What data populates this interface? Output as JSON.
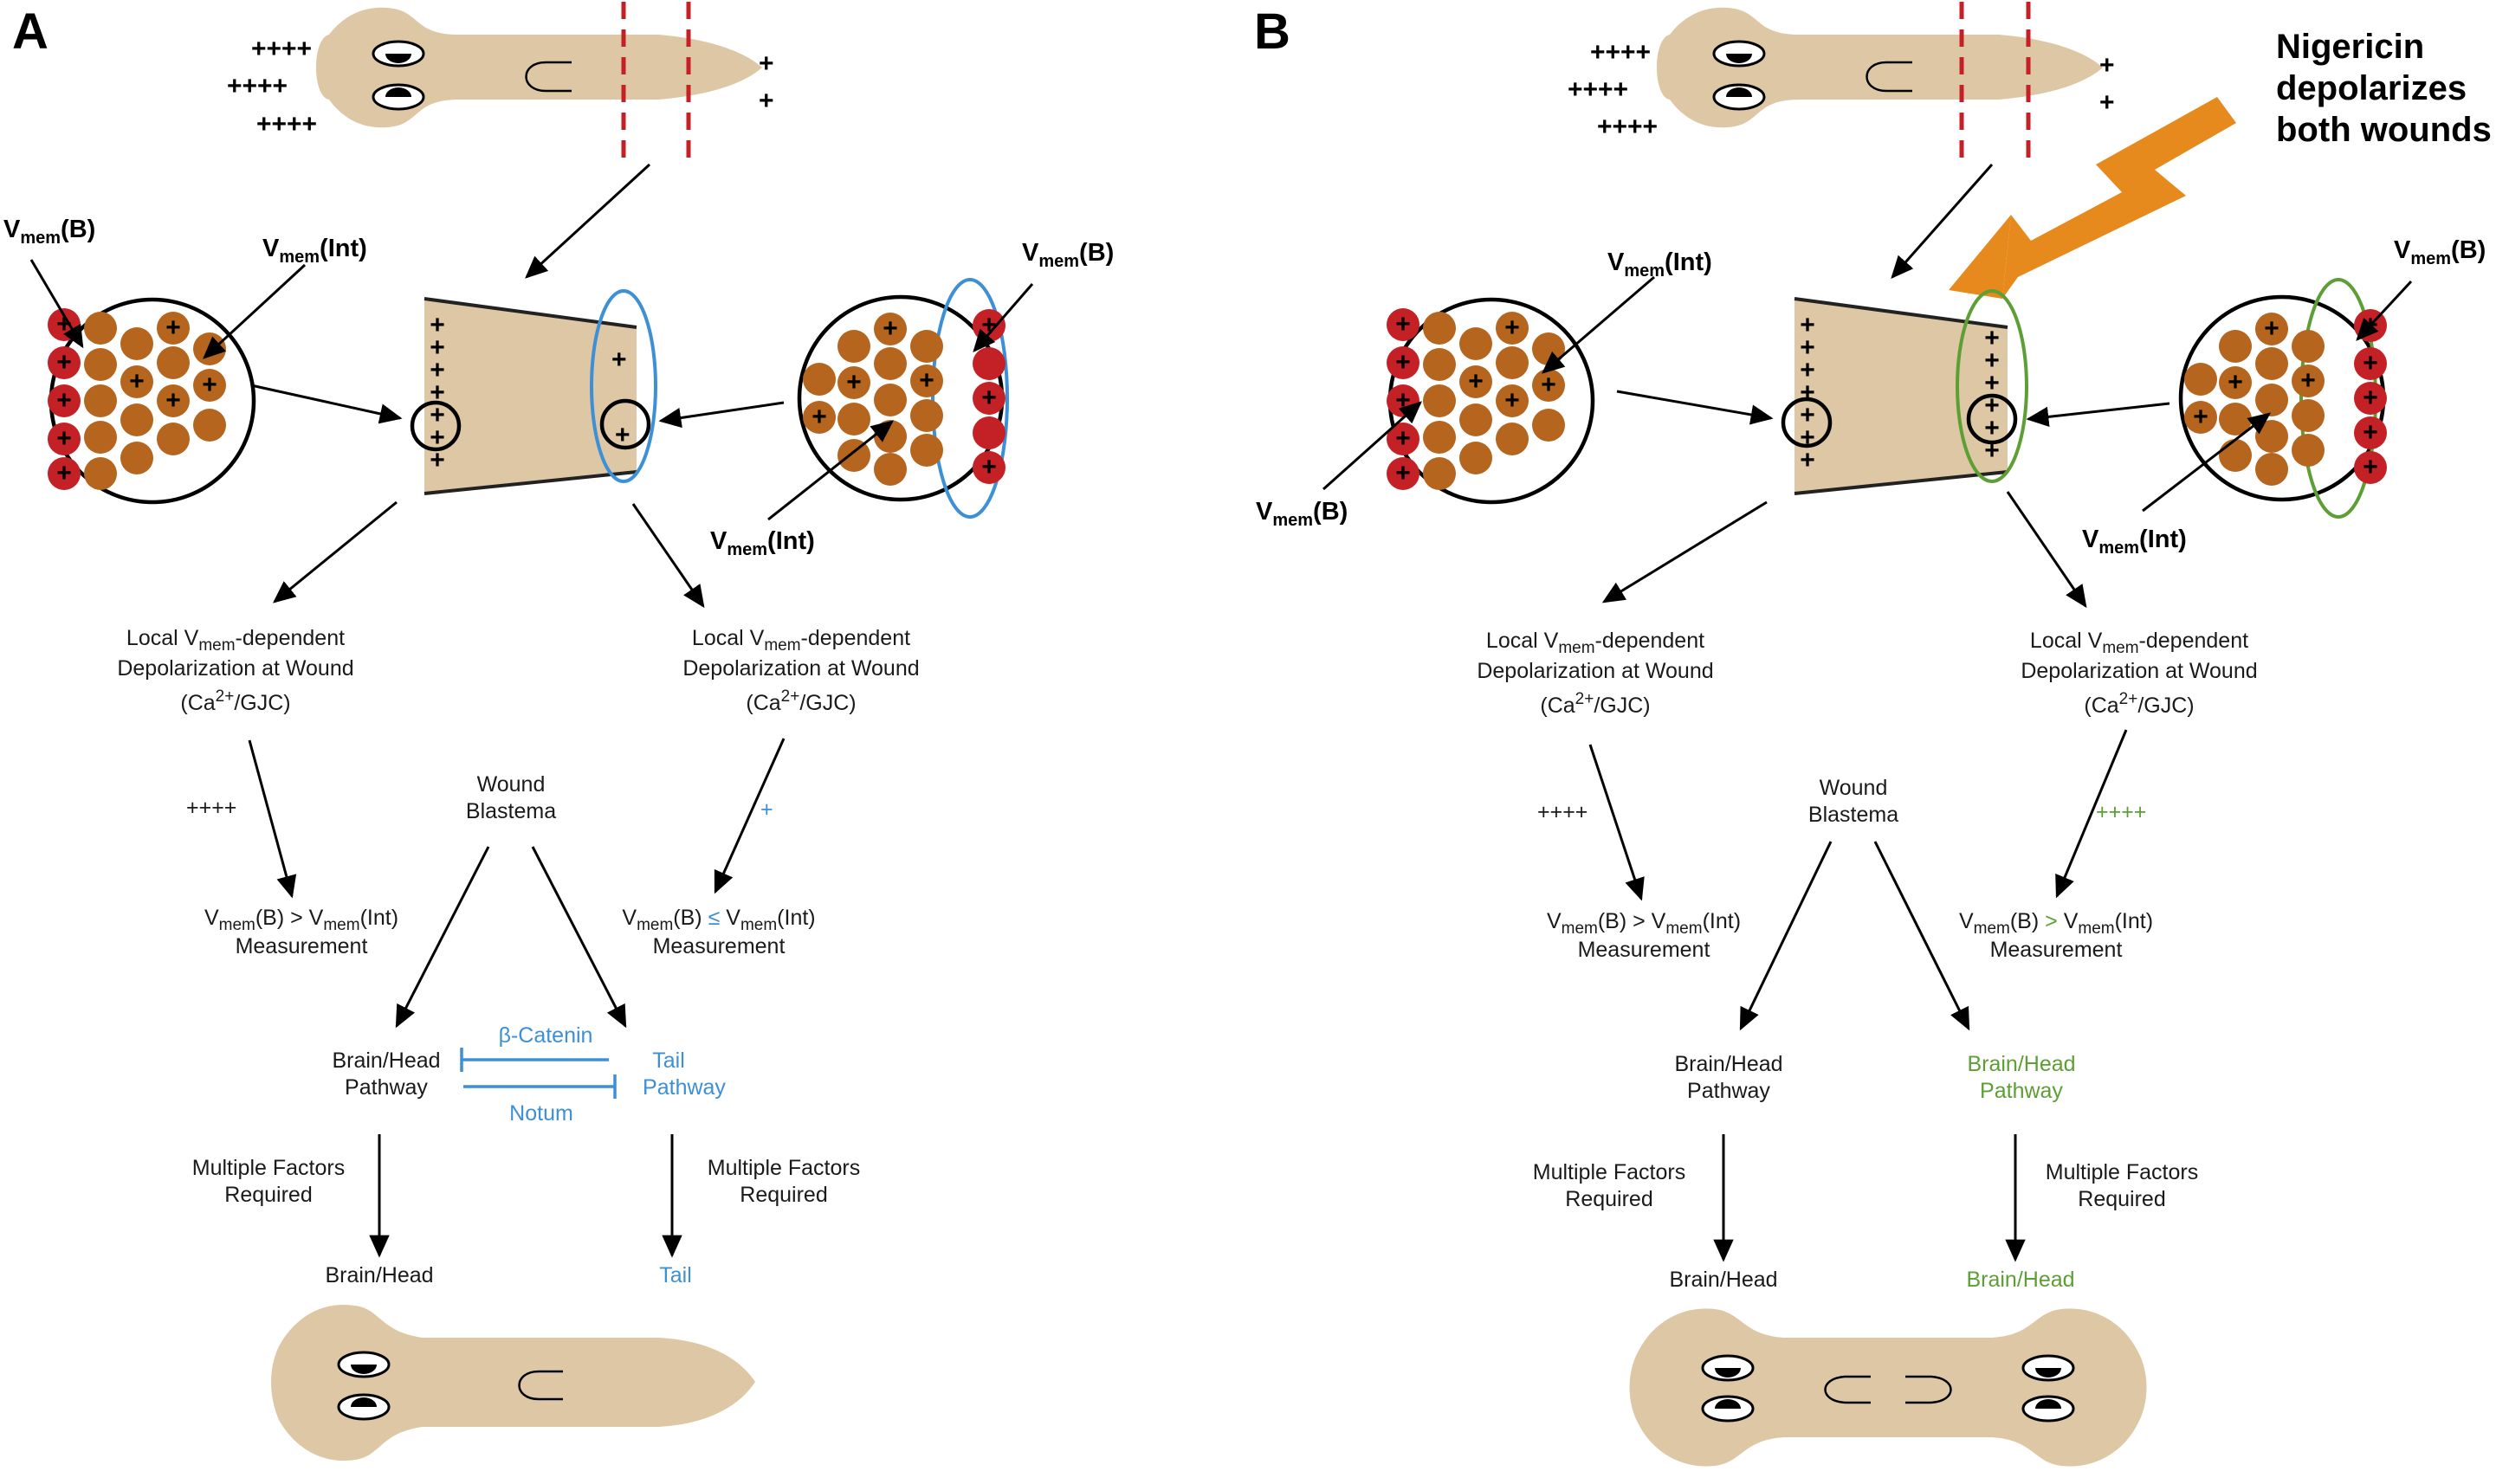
{
  "colors": {
    "tissue": "#dec7a4",
    "boundary_cell": "#c42127",
    "interior_cell": "#b5651d",
    "blue": "#3d8fd6",
    "green": "#5d9e35",
    "orange": "#e68a1e",
    "cut": "#c42127"
  },
  "panel_a": {
    "label": "A",
    "head_signs": [
      "++++",
      "++++",
      "++++"
    ],
    "tail_signs": [
      "+",
      "+"
    ],
    "callout_left": {
      "vmem_b": "V",
      "vmem_b_sub": "mem",
      "vmem_b_suffix": "(B)",
      "vmem_int": "V",
      "vmem_int_sub": "mem",
      "vmem_int_suffix": "(Int)"
    },
    "callout_right": {
      "vmem_b": "V",
      "vmem_b_sub": "mem",
      "vmem_b_suffix": "(B)",
      "vmem_int": "V",
      "vmem_int_sub": "mem",
      "vmem_int_suffix": "(Int)"
    },
    "local_left": [
      "Local V",
      "mem",
      "-dependent",
      "Depolarization at Wound",
      "(Ca",
      "2+",
      "/GJC)"
    ],
    "local_right": [
      "Local V",
      "mem",
      "-dependent",
      "Depolarization at Wound",
      "(Ca",
      "2+",
      "/GJC)"
    ],
    "signal_left": "++++",
    "signal_right": "+",
    "wound": [
      "Wound",
      "Blastema"
    ],
    "meas_left": {
      "a": "V",
      "a_sub": "mem",
      "a_suf": "(B) > V",
      "b_sub": "mem",
      "b_suf": "(Int)",
      "line2": "Measurement"
    },
    "meas_right": {
      "a": "V",
      "a_sub": "mem",
      "a_suf": "(B) ",
      "op": "≤",
      "b": " V",
      "b_sub": "mem",
      "b_suf": "(Int)",
      "line2": "Measurement"
    },
    "pathway_left": [
      "Brain/Head",
      "Pathway"
    ],
    "pathway_right": [
      "Tail",
      "Pathway"
    ],
    "beta_catenin": "β-Catenin",
    "notum": "Notum",
    "factors_left": [
      "Multiple Factors",
      "Required"
    ],
    "factors_right": [
      "Multiple Factors",
      "Required"
    ],
    "outcome_left": "Brain/Head",
    "outcome_right": "Tail"
  },
  "panel_b": {
    "label": "B",
    "head_signs": [
      "++++",
      "++++",
      "++++"
    ],
    "tail_signs": [
      "+",
      "+"
    ],
    "nigericin": [
      "Nigericin",
      "depolarizes",
      "both wounds"
    ],
    "callout_left": {
      "vmem_int": "V",
      "vmem_int_sub": "mem",
      "vmem_int_suffix": "(Int)",
      "vmem_b": "V",
      "vmem_b_sub": "mem",
      "vmem_b_suffix": "(B)"
    },
    "callout_right": {
      "vmem_b": "V",
      "vmem_b_sub": "mem",
      "vmem_b_suffix": "(B)",
      "vmem_int": "V",
      "vmem_int_sub": "mem",
      "vmem_int_suffix": "(Int)"
    },
    "local_left": [
      "Local V",
      "mem",
      "-dependent",
      "Depolarization at Wound",
      "(Ca",
      "2+",
      "/GJC)"
    ],
    "local_right": [
      "Local V",
      "mem",
      "-dependent",
      "Depolarization at Wound",
      "(Ca",
      "2+",
      "/GJC)"
    ],
    "signal_left": "++++",
    "signal_right": "++++",
    "wound": [
      "Wound",
      "Blastema"
    ],
    "meas_left": {
      "a": "V",
      "a_sub": "mem",
      "a_suf": "(B) > V",
      "b_sub": "mem",
      "b_suf": "(Int)",
      "line2": "Measurement"
    },
    "meas_right": {
      "a": "V",
      "a_sub": "mem",
      "a_suf": "(B) ",
      "op": ">",
      "b": " V",
      "b_sub": "mem",
      "b_suf": "(Int)",
      "line2": "Measurement"
    },
    "pathway_left": [
      "Brain/Head",
      "Pathway"
    ],
    "pathway_right": [
      "Brain/Head",
      "Pathway"
    ],
    "factors_left": [
      "Multiple Factors",
      "Required"
    ],
    "factors_right": [
      "Multiple Factors",
      "Required"
    ],
    "outcome_left": "Brain/Head",
    "outcome_right": "Brain/Head"
  }
}
